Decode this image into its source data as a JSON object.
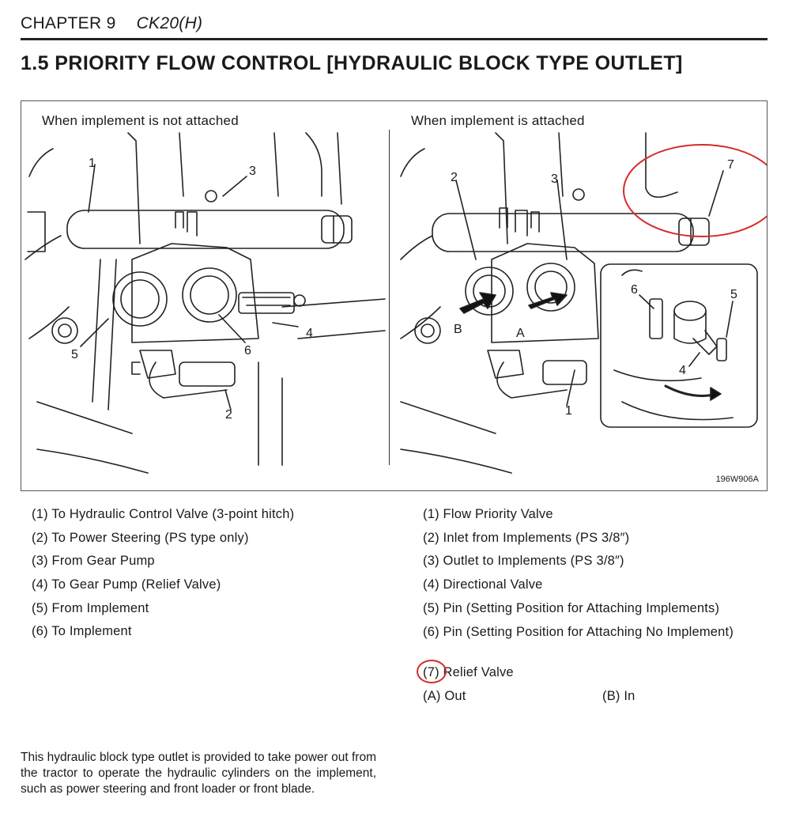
{
  "header": {
    "chapter": "CHAPTER 9",
    "model": "CK20(H)"
  },
  "title": "1.5  PRIORITY FLOW CONTROL [HYDRAULIC BLOCK TYPE OUTLET]",
  "figure": {
    "left_caption": "When implement is not attached",
    "right_caption": "When implement is attached",
    "code": "196W906A",
    "left_callouts": [
      "1",
      "2",
      "3",
      "4",
      "5",
      "6"
    ],
    "right_callouts": [
      "1",
      "2",
      "3",
      "4",
      "5",
      "6",
      "7"
    ],
    "right_letters": [
      "A",
      "B"
    ],
    "highlight_color": "#d62b2b"
  },
  "legend_left": [
    "(1)  To Hydraulic Control Valve (3-point hitch)",
    "(2)  To Power Steering (PS type only)",
    "(3)  From Gear Pump",
    "(4)  To Gear Pump (Relief Valve)",
    "(5)  From Implement",
    "(6)  To Implement"
  ],
  "legend_right": [
    "(1)  Flow Priority Valve",
    "(2)  Inlet from Implements (PS 3/8″)",
    "(3)  Outlet to Implements (PS 3/8″)",
    "(4)  Directional Valve",
    "(5)  Pin (Setting Position for Attaching Implements)",
    "(6)  Pin (Setting Position for Attaching No Implement)",
    "(7)  Relief Valve",
    "(A)  Out",
    "(B)  In"
  ],
  "body": "This hydraulic block type outlet is provided to take power out from the tractor to operate the hydraulic cylinders on the implement, such as power steering and front loader or front blade."
}
